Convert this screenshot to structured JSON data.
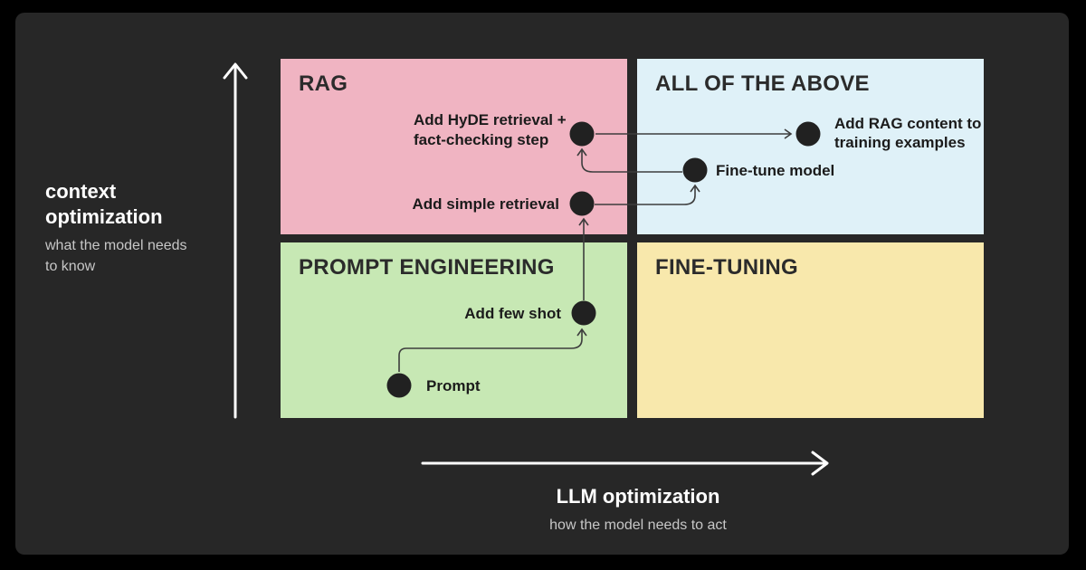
{
  "axes": {
    "y": {
      "label": "context optimization",
      "sublabel": "what the model needs\nto know"
    },
    "x": {
      "label": "LLM optimization",
      "sublabel": "how the model needs to act"
    }
  },
  "quadrants": {
    "rag": {
      "title": "RAG",
      "color": "#f0b4c2"
    },
    "all_above": {
      "title": "ALL OF THE ABOVE",
      "color": "#dff1f8"
    },
    "prompt_eng": {
      "title": "PROMPT ENGINEERING",
      "color": "#c7e8b4"
    },
    "fine_tuning": {
      "title": "FINE-TUNING",
      "color": "#f8e8ac"
    }
  },
  "nodes": {
    "prompt": {
      "label": "Prompt"
    },
    "few_shot": {
      "label": "Add few shot"
    },
    "simple_retrieval": {
      "label": "Add simple retrieval"
    },
    "hyde": {
      "label": "Add HyDE retrieval +\nfact-checking step"
    },
    "fine_tune": {
      "label": "Fine-tune model"
    },
    "rag_training": {
      "label": "Add RAG content to\ntraining examples"
    }
  },
  "flow": [
    "Prompt",
    "Add few shot",
    "Add simple retrieval",
    "Fine-tune model",
    "Add HyDE retrieval + fact-checking step",
    "Add RAG content to training examples"
  ],
  "colors": {
    "background": "#000000",
    "panel": "#272727",
    "dot": "#212121",
    "connector": "#3d3d3d",
    "axis": "#ffffff",
    "quadrant_title_text": "#2b2b2b",
    "node_label_text": "#1b1b1b",
    "axis_label_text": "#ffffff",
    "axis_sublabel_text": "#c7c7c7"
  }
}
